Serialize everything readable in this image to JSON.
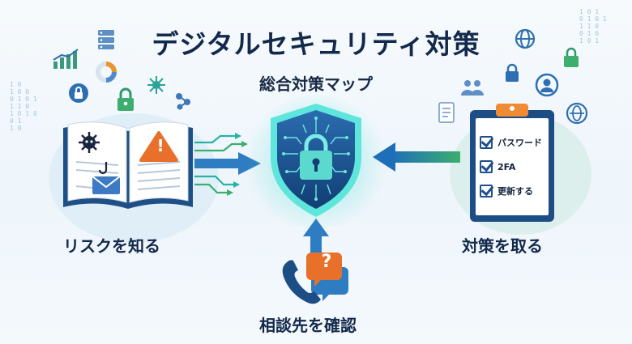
{
  "header": {
    "title": "デジタルセキュリティ対策",
    "subtitle": "総合対策マップ"
  },
  "sections": {
    "left": {
      "label": "リスクを知る",
      "icon": "book-with-threats-icon"
    },
    "right": {
      "label": "対策を取る",
      "icon": "clipboard-checklist-icon",
      "checklist": [
        "パスワード",
        "2FA",
        "更新する"
      ]
    },
    "bottom": {
      "label": "相談先を確認",
      "icon": "phone-help-icon",
      "badge": "?"
    },
    "center": {
      "icon": "shield-lock-icon"
    }
  },
  "decor": {
    "binary_left": "1 0\n1 0 0\n0 1 0 1\n1 1 0\n1 0 1 0\n0 1\n1 0",
    "binary_right": "1 0 1\n0 1 0 1\n1 1 0\n0 1 0\n1 0 1",
    "alert_glyph": "!",
    "colors": {
      "navy": "#13294b",
      "accent_blue": "#1f6fb8",
      "teal": "#27b3a5",
      "green": "#3cae6e",
      "orange": "#e8702a",
      "shield_glow": "#53e0d6"
    }
  }
}
